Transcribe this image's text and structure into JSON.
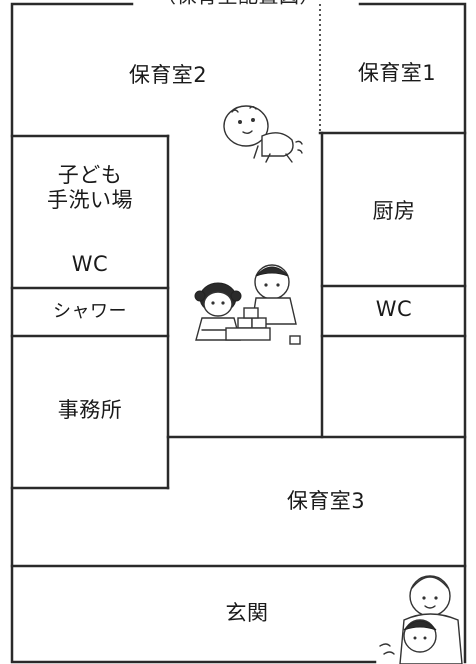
{
  "header_text": "（保育室配置図）",
  "rooms": {
    "nursery2": "保育室2",
    "nursery1": "保育室1",
    "kids_handwash_line1": "子ども",
    "kids_handwash_line2": "手洗い場",
    "kids_wc": "WC",
    "kitchen": "厨房",
    "shower": "シャワー",
    "wc_right": "WC",
    "office": "事務所",
    "nursery3": "保育室3",
    "entrance": "玄関"
  },
  "illustrations": {
    "crawling_baby": "crawling-baby-illustration",
    "children_blocks": "children-playing-blocks-illustration",
    "adult_child": "adult-holding-child-illustration"
  }
}
